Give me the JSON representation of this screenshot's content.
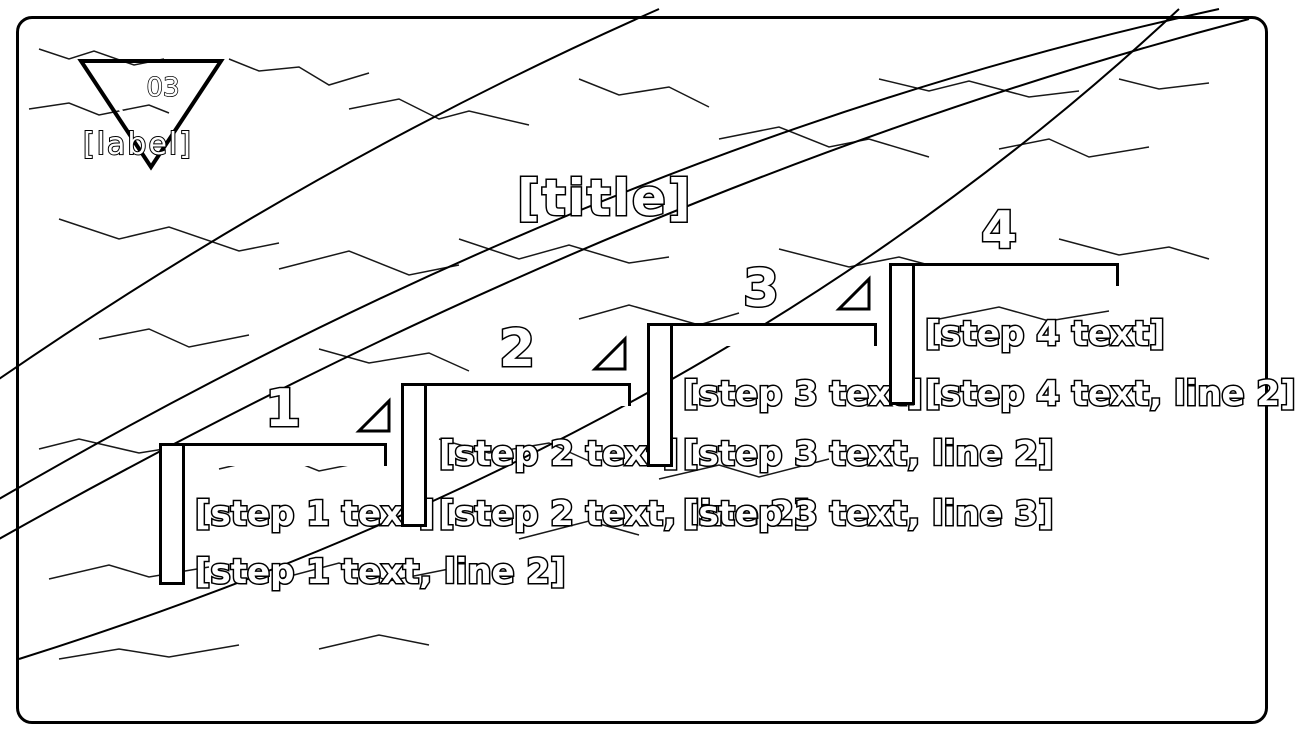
{
  "badge": {
    "number": "03",
    "label": "[label]"
  },
  "title": "[title]",
  "steps": [
    {
      "number": "1",
      "line1": "[step 1 text]",
      "line2": "[step 1 text, line 2]"
    },
    {
      "number": "2",
      "line1": "[step 2 text]",
      "line2": "[step 2 text, line 2]"
    },
    {
      "number": "3",
      "line1": "[step 3 text]",
      "line2": "[step 3 text, line 2]",
      "line3": "[step 3 text, line 3]"
    },
    {
      "number": "4",
      "line1": "[step 4 text]",
      "line2": "[step 4 text, line 2]"
    }
  ],
  "colors": {
    "ink": "#000000",
    "paper": "#ffffff"
  }
}
